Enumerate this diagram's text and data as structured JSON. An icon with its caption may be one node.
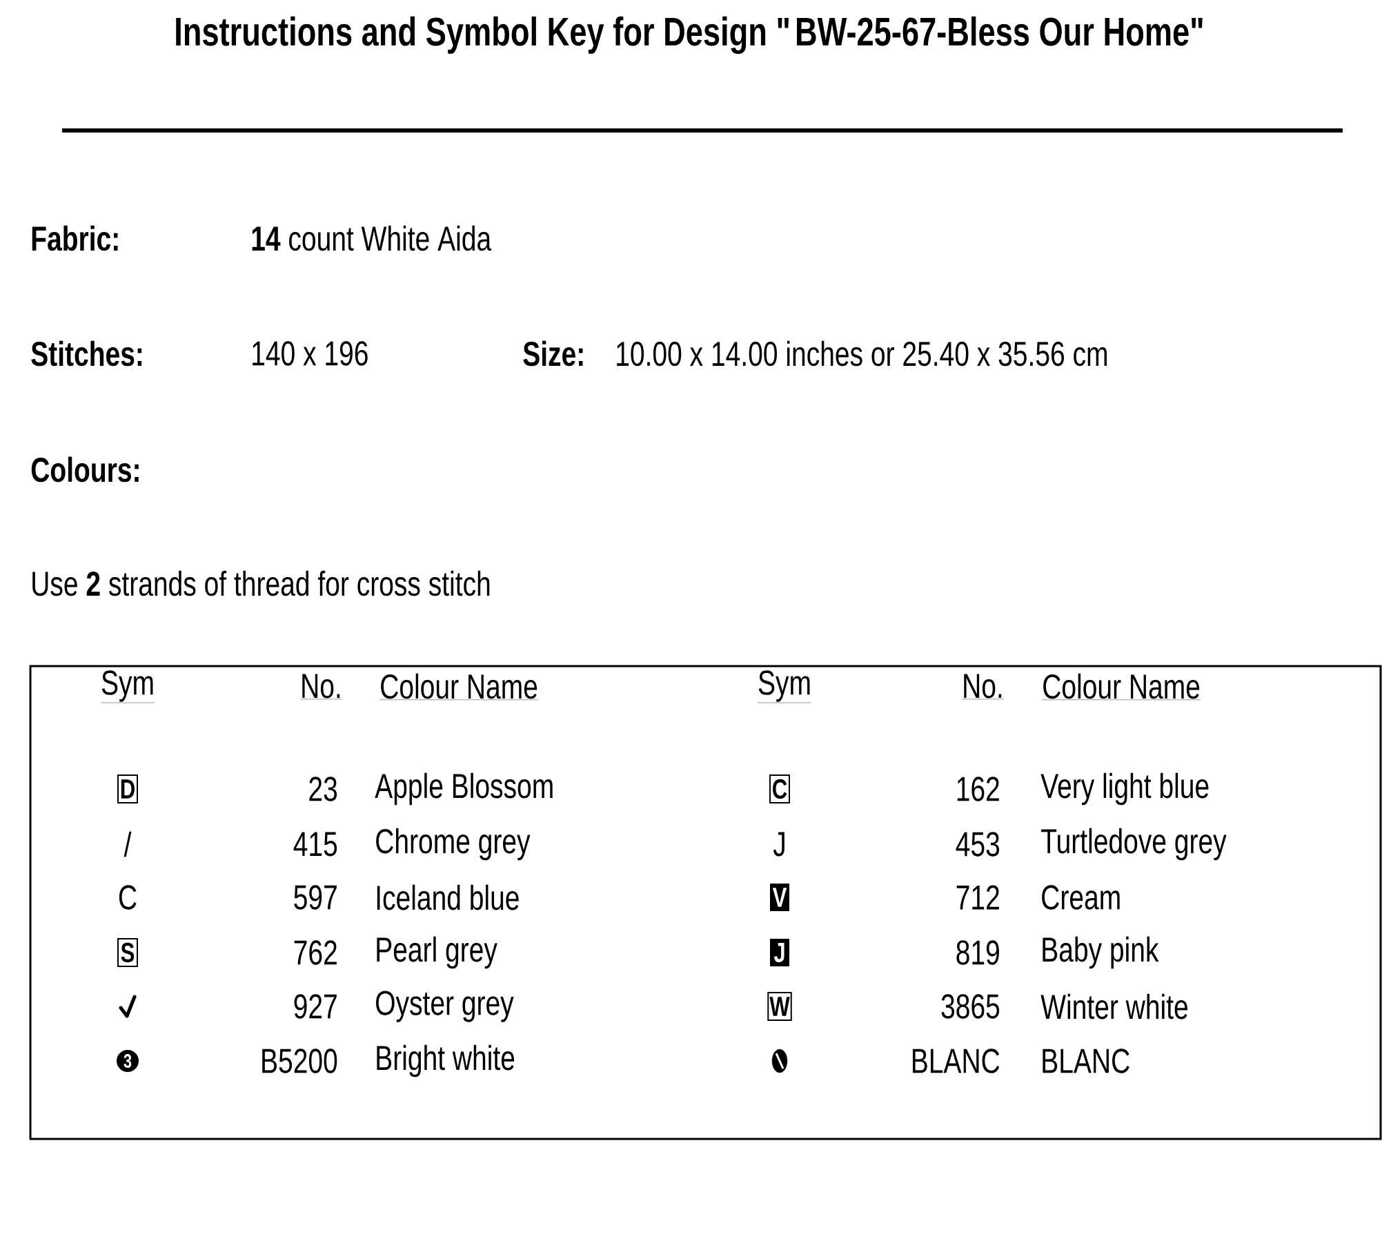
{
  "diagram": {
    "title": "Instructions and Symbol Key for Design \"BW-25-67-Bless Our Home\"",
    "labels": [
      "Fabric:",
      "**14** count White Aida",
      "Stitches:",
      "140 x 196",
      "Size:",
      "10.00 x 14.00 inches or 25.40 x 35.56 cm",
      "Colours:",
      "Use **2** strands of thread for cross stitch",
      "Sym",
      "No.",
      "Colour Name",
      "Sym",
      "No.",
      "Colour Name",
      "D",
      "23",
      "Apple Blossom",
      "C",
      "162",
      "Very light blue",
      "/",
      "415",
      "Chrome grey",
      "J",
      "453",
      "Turtledove grey",
      "C",
      "597",
      "Iceland blue",
      "V",
      "712",
      "Cream",
      "S",
      "762",
      "Pearl grey",
      "J",
      "819",
      "Baby pink",
      "927",
      "Oyster grey",
      "W",
      "3865",
      "Winter white",
      "3",
      "B5200",
      "Bright white",
      "BLANC",
      "BLANC"
    ]
  }
}
